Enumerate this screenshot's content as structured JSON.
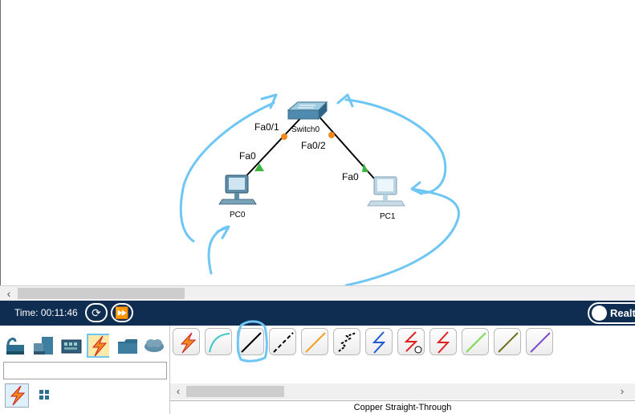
{
  "topology": {
    "switch_name": "Switch0",
    "pc0_name": "PC0",
    "pc1_name": "PC1",
    "port_sw_left": "Fa0/1",
    "port_sw_right": "Fa0/2",
    "port_pc0": "Fa0",
    "port_pc1": "Fa0"
  },
  "timebar": {
    "time_label": "Time: 00:11:46",
    "realtime_label": "Realtime"
  },
  "device_categories": [
    "network-devices",
    "end-devices",
    "components",
    "connections",
    "miscellaneous",
    "multiuser-connection"
  ],
  "cable_types": [
    "Automatically Choose Connection Type",
    "Console",
    "Copper Straight-Through",
    "Copper Cross-Over",
    "Fiber",
    "Phone",
    "Coaxial",
    "Serial DCE",
    "Serial DTE",
    "Octal",
    "IoT Custom Cable",
    "USB"
  ],
  "status": {
    "selected_cable": "Copper Straight-Through"
  },
  "colors": {
    "timebar_bg": "#0f2d50",
    "annotation_blue": "#6ec6f5",
    "link_up": "#3db53d",
    "link_pending": "#f08c1e"
  }
}
